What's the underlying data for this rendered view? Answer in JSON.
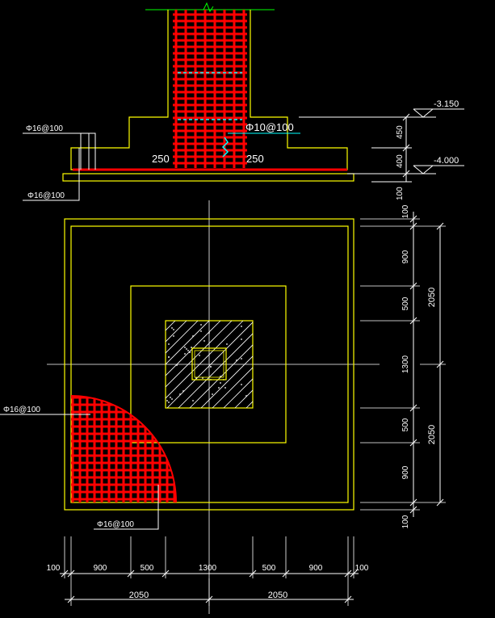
{
  "colors": {
    "background": "#000000",
    "outline": "#ffff00",
    "rebar": "#ff0000",
    "dimension": "#ffffff",
    "leader": "#ffffff",
    "ground_line": "#00ff00",
    "stirrup_mark": "#00ffff"
  },
  "section": {
    "rebar_top_label": "Φ16@100",
    "rebar_bottom_label": "Φ16@100",
    "stirrup_label": "Φ10@100",
    "dim_left": "250",
    "dim_right": "250",
    "elev_top": "-3.150",
    "elev_bottom": "-4.000",
    "vdim_450": "450",
    "vdim_400": "400",
    "vdim_100": "100"
  },
  "plan": {
    "rebar_left_label": "Φ16@100",
    "rebar_bottom_label": "Φ16@100",
    "right_dims": [
      "100",
      "900",
      "500",
      "1300",
      "500",
      "900",
      "100"
    ],
    "right_totals": [
      "2050",
      "2050"
    ],
    "bottom_dims": [
      "100",
      "900",
      "500",
      "1300",
      "500",
      "900",
      "100"
    ],
    "bottom_totals": [
      "2050",
      "2050"
    ]
  }
}
